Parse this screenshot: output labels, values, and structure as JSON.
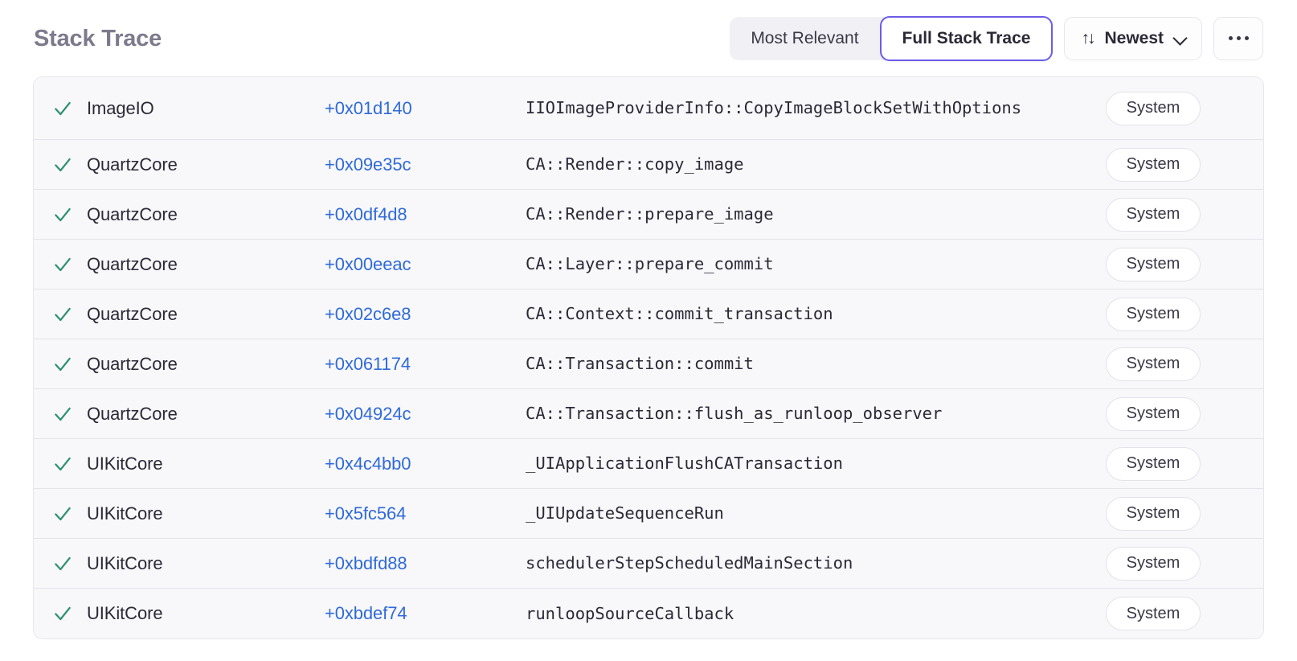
{
  "header": {
    "title": "Stack Trace",
    "segmented": {
      "options": [
        {
          "label": "Most Relevant",
          "selected": false
        },
        {
          "label": "Full Stack Trace",
          "selected": true
        }
      ]
    },
    "sort": {
      "icon": "sort-arrows-icon",
      "glyph": "↑↓",
      "label": "Newest",
      "chevron": "chevron-down-icon"
    },
    "more": {
      "icon": "ellipsis-icon",
      "label": "..."
    }
  },
  "colors": {
    "accent_purple": "#6c5ce7",
    "link_blue": "#2f6ad9",
    "check_green": "#2e9170",
    "title_gray": "#7c7a8c",
    "row_bg": "#f8f8fa",
    "divider": "#e4e3ea",
    "card_border": "#e7e6ed",
    "segment_bg": "#f1f1f5",
    "text_dark": "#2b2936"
  },
  "trace": {
    "columns": [
      "status",
      "package",
      "offset",
      "symbol",
      "badge"
    ],
    "rows": [
      {
        "check": "✓",
        "package": "ImageIO",
        "offset": "+0x01d140",
        "symbol": "IIOImageProviderInfo::CopyImageBlockSetWithOptions",
        "badge": "System",
        "tall": true
      },
      {
        "check": "✓",
        "package": "QuartzCore",
        "offset": "+0x09e35c",
        "symbol": "CA::Render::copy_image",
        "badge": "System",
        "tall": false
      },
      {
        "check": "✓",
        "package": "QuartzCore",
        "offset": "+0x0df4d8",
        "symbol": "CA::Render::prepare_image",
        "badge": "System",
        "tall": false
      },
      {
        "check": "✓",
        "package": "QuartzCore",
        "offset": "+0x00eeac",
        "symbol": "CA::Layer::prepare_commit",
        "badge": "System",
        "tall": false
      },
      {
        "check": "✓",
        "package": "QuartzCore",
        "offset": "+0x02c6e8",
        "symbol": "CA::Context::commit_transaction",
        "badge": "System",
        "tall": false
      },
      {
        "check": "✓",
        "package": "QuartzCore",
        "offset": "+0x061174",
        "symbol": "CA::Transaction::commit",
        "badge": "System",
        "tall": false
      },
      {
        "check": "✓",
        "package": "QuartzCore",
        "offset": "+0x04924c",
        "symbol": "CA::Transaction::flush_as_runloop_observer",
        "badge": "System",
        "tall": false
      },
      {
        "check": "✓",
        "package": "UIKitCore",
        "offset": "+0x4c4bb0",
        "symbol": "_UIApplicationFlushCATransaction",
        "badge": "System",
        "tall": false
      },
      {
        "check": "✓",
        "package": "UIKitCore",
        "offset": "+0x5fc564",
        "symbol": "_UIUpdateSequenceRun",
        "badge": "System",
        "tall": false
      },
      {
        "check": "✓",
        "package": "UIKitCore",
        "offset": "+0xbdfd88",
        "symbol": "schedulerStepScheduledMainSection",
        "badge": "System",
        "tall": false
      },
      {
        "check": "✓",
        "package": "UIKitCore",
        "offset": "+0xbdef74",
        "symbol": "runloopSourceCallback",
        "badge": "System",
        "tall": false
      }
    ]
  }
}
